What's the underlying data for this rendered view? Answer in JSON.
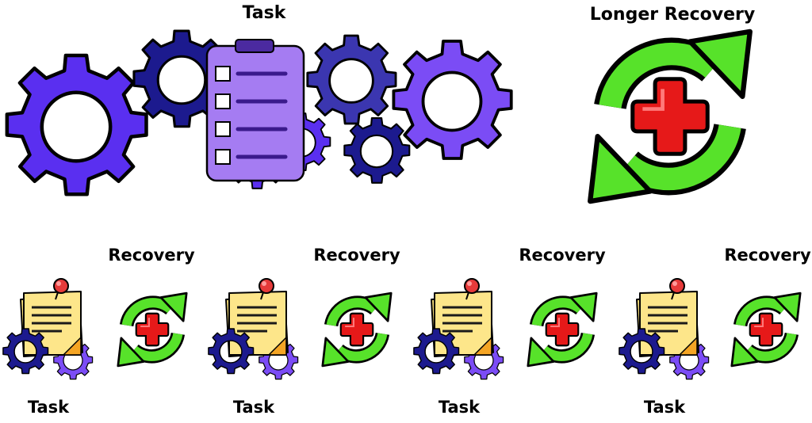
{
  "top": {
    "task_label": "Task",
    "longer_recovery_label": "Longer Recovery"
  },
  "cycles": [
    {
      "recovery_label": "Recovery",
      "task_label": "Task"
    },
    {
      "recovery_label": "Recovery",
      "task_label": "Task"
    },
    {
      "recovery_label": "Recovery",
      "task_label": "Task"
    },
    {
      "recovery_label": "Recovery",
      "task_label": "Task"
    }
  ],
  "colors": {
    "gear_light": "#5a2ff0",
    "gear_dark": "#1c1a8e",
    "gear_mid": "#3b36b0",
    "gear_violet": "#7b4cf5",
    "clipboard": "#a57cf2",
    "arrow_green": "#57e22a",
    "cross_red": "#e61919",
    "note_yellow": "#fbe07a"
  }
}
